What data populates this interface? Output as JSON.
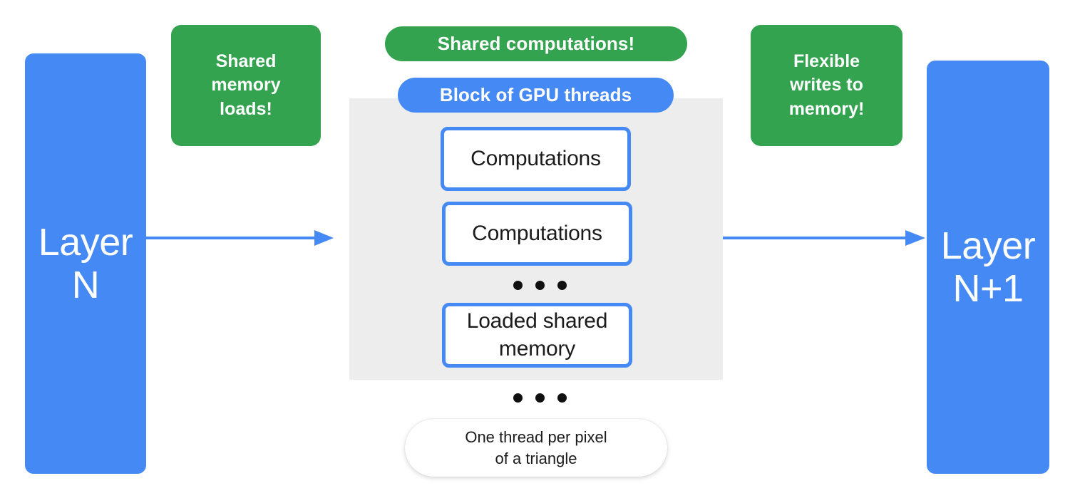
{
  "diagram": {
    "title": "GPU thread block shared memory dataflow",
    "colors": {
      "blue": "#4589F5",
      "green": "#34A350",
      "grey_block": "#EDEDED",
      "white": "#FFFFFF",
      "text_dark": "#1B1B1B"
    },
    "layers": [
      {
        "id": "layer-n",
        "label": "Layer\nN"
      },
      {
        "id": "layer-n1",
        "label": "Layer\nN+1"
      }
    ],
    "callouts": [
      {
        "id": "callout-shared-memory",
        "label": "Shared\nmemory\nloads!"
      },
      {
        "id": "callout-flexible-write",
        "label": "Flexible\nwrites to\nmemory!"
      }
    ],
    "pills": {
      "shared_computations": "Shared computations!",
      "block_of_gpu_threads": "Block of GPU threads",
      "one_thread_per_pixel": "One thread per pixel\nof a triangle"
    },
    "thread_boxes": [
      {
        "label": "Computations"
      },
      {
        "label": "Computations"
      },
      {
        "label": "Loaded shared\nmemory"
      }
    ],
    "ellipses": [
      {
        "id": "ellipsis-threads",
        "meaning": "more threads",
        "dots": 3
      },
      {
        "id": "ellipsis-blocks",
        "meaning": "more blocks",
        "dots": 3
      }
    ],
    "arrows": [
      {
        "id": "arrow-left",
        "from": "layer-n",
        "to": "gpu-block",
        "direction": "right"
      },
      {
        "id": "arrow-right",
        "from": "gpu-block",
        "to": "layer-n1",
        "direction": "right"
      }
    ]
  }
}
